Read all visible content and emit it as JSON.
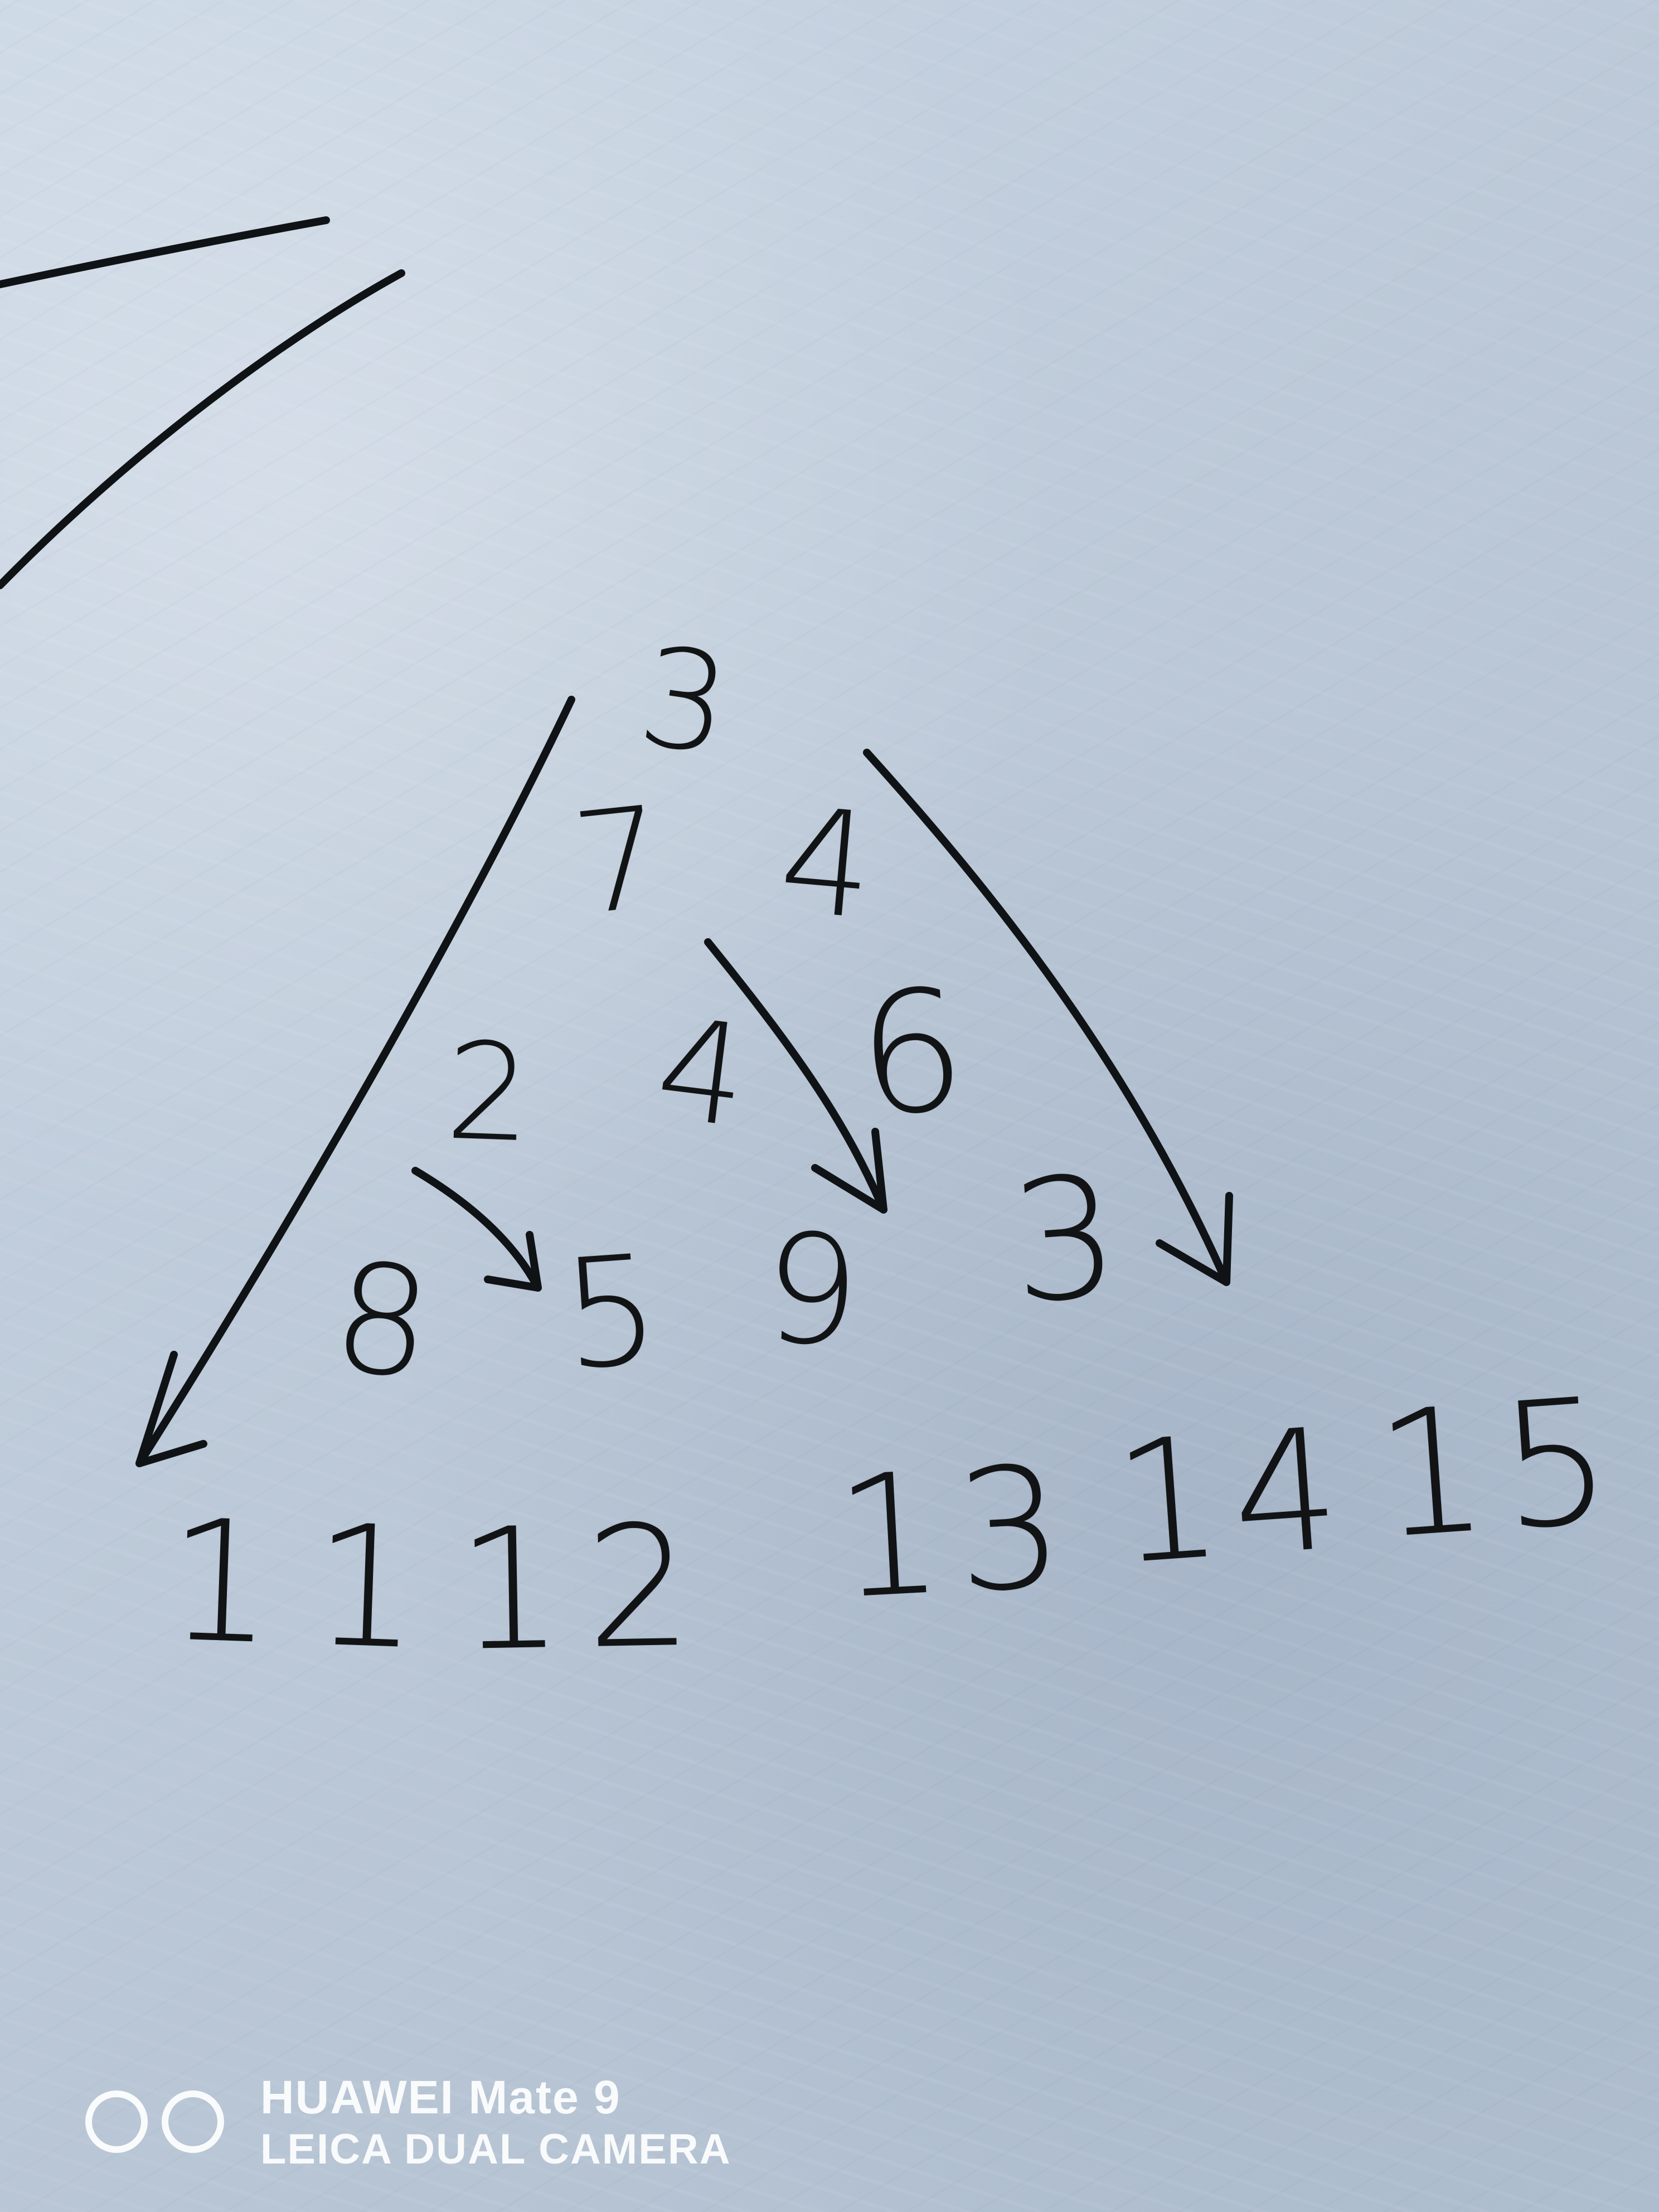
{
  "photo": {
    "paper_color": "#c4d0de",
    "ink_color": "#111315"
  },
  "handwriting": {
    "top": "3",
    "row2_left": "7",
    "row2_right": "4",
    "row3_left": "2",
    "row3_middle": "4",
    "row3_right": "6",
    "row4_1": "8",
    "row4_2": "5",
    "row4_3": "9",
    "row4_4": "3",
    "bottom_1": "11",
    "bottom_2": "12",
    "bottom_3": "13",
    "bottom_4": "14",
    "bottom_5": "15"
  },
  "watermark": {
    "line1": "HUAWEI Mate 9",
    "line2": "LEICA DUAL CAMERA"
  }
}
